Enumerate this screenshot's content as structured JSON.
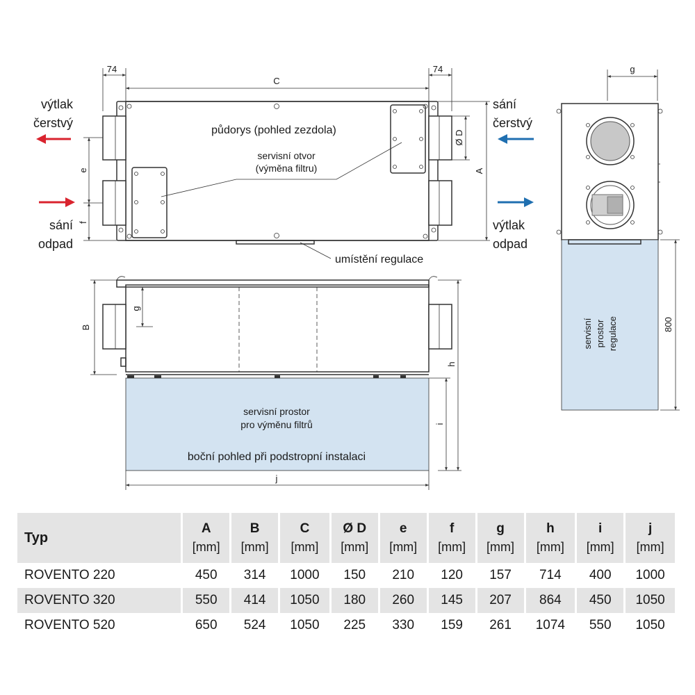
{
  "top_view": {
    "label_left_top": [
      "výtlak",
      "čerstvý"
    ],
    "label_left_bottom": [
      "sání",
      "odpad"
    ],
    "label_right_top": [
      "sání",
      "čerstvý"
    ],
    "label_right_bottom": [
      "výtlak",
      "odpad"
    ],
    "title": "půdorys (pohled zezdola)",
    "service_opening": [
      "servisní otvor",
      "(výměna filtru)"
    ],
    "regulation_location": "umístění regulace",
    "dim_74_left": "74",
    "dim_74_right": "74",
    "dim_C": "C",
    "dim_D": "Ø D",
    "dim_A": "A",
    "dim_e": "e",
    "dim_f": "f"
  },
  "side_view": {
    "dim_B": "B",
    "dim_g": "g",
    "dim_h": "h",
    "dim_i": "i",
    "dim_j": "j",
    "service_space": [
      "servisní prostor",
      "pro výměnu filtrů"
    ],
    "caption": "boční pohled při podstropní instalaci"
  },
  "end_view": {
    "dim_g": "g",
    "dim_800": "800",
    "service_space": [
      "servisní",
      "prostor",
      "regulace"
    ]
  },
  "colors": {
    "arrow_red": "#d9232e",
    "arrow_blue": "#1f6fb0",
    "service_fill": "#d3e3f1",
    "table_header_bg": "#e4e4e4"
  },
  "table": {
    "headers": [
      {
        "name": "Typ",
        "unit": ""
      },
      {
        "name": "A",
        "unit": "[mm]"
      },
      {
        "name": "B",
        "unit": "[mm]"
      },
      {
        "name": "C",
        "unit": "[mm]"
      },
      {
        "name": "Ø D",
        "unit": "[mm]"
      },
      {
        "name": "e",
        "unit": "[mm]"
      },
      {
        "name": "f",
        "unit": "[mm]"
      },
      {
        "name": "g",
        "unit": "[mm]"
      },
      {
        "name": "h",
        "unit": "[mm]"
      },
      {
        "name": "i",
        "unit": "[mm]"
      },
      {
        "name": "j",
        "unit": "[mm]"
      }
    ],
    "rows": [
      [
        "ROVENTO 220",
        "450",
        "314",
        "1000",
        "150",
        "210",
        "120",
        "157",
        "714",
        "400",
        "1000"
      ],
      [
        "ROVENTO 320",
        "550",
        "414",
        "1050",
        "180",
        "260",
        "145",
        "207",
        "864",
        "450",
        "1050"
      ],
      [
        "ROVENTO 520",
        "650",
        "524",
        "1050",
        "225",
        "330",
        "159",
        "261",
        "1074",
        "550",
        "1050"
      ]
    ]
  }
}
